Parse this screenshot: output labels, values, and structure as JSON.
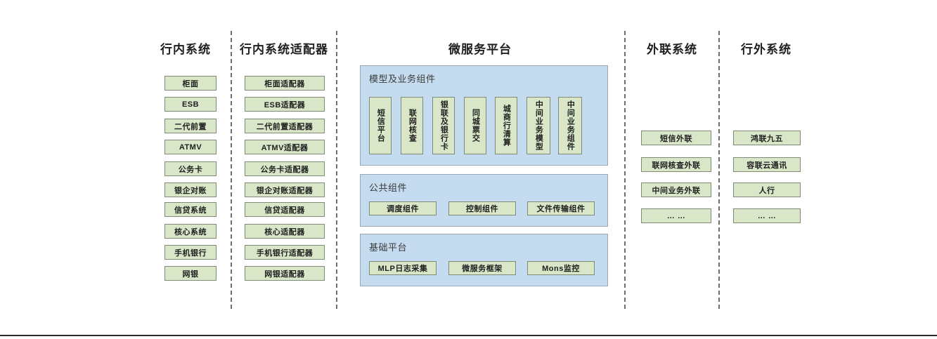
{
  "colors": {
    "node_fill": "#d9e6c8",
    "node_border": "#7e8a78",
    "panel_fill": "#c5dcf0",
    "panel_border": "#9aa6b2",
    "divider": "#6e6e6e",
    "text": "#1f1f1f",
    "background": "#ffffff"
  },
  "columns": {
    "internal_systems": {
      "title": "行内系统",
      "items": [
        "柜面",
        "ESB",
        "二代前置",
        "ATMV",
        "公务卡",
        "银企对账",
        "信贷系统",
        "核心系统",
        "手机银行",
        "网银"
      ]
    },
    "internal_adapters": {
      "title": "行内系统适配器",
      "items": [
        "柜面适配器",
        "ESB适配器",
        "二代前置适配器",
        "ATMV适配器",
        "公务卡适配器",
        "银企对账适配器",
        "信贷适配器",
        "核心适配器",
        "手机银行适配器",
        "网银适配器"
      ]
    },
    "microservice_platform": {
      "title": "微服务平台",
      "panels": [
        {
          "label": "模型及业务组件",
          "orientation": "vertical",
          "items": [
            "短信平台",
            "联网核查",
            "银联及银行卡",
            "同城票交",
            "城商行清算",
            "中间业务模型",
            "中间业务组件"
          ]
        },
        {
          "label": "公共组件",
          "orientation": "horizontal",
          "items": [
            "调度组件",
            "控制组件",
            "文件传输组件"
          ]
        },
        {
          "label": "基础平台",
          "orientation": "horizontal",
          "items": [
            "MLP日志采集",
            "微服务框架",
            "Mons监控"
          ]
        }
      ]
    },
    "external_link_systems": {
      "title": "外联系统",
      "items": [
        "短信外联",
        "联网核查外联",
        "中间业务外联",
        "… …"
      ]
    },
    "outside_bank_systems": {
      "title": "行外系统",
      "items": [
        "鸿联九五",
        "容联云通讯",
        "人行",
        "… …"
      ]
    }
  }
}
